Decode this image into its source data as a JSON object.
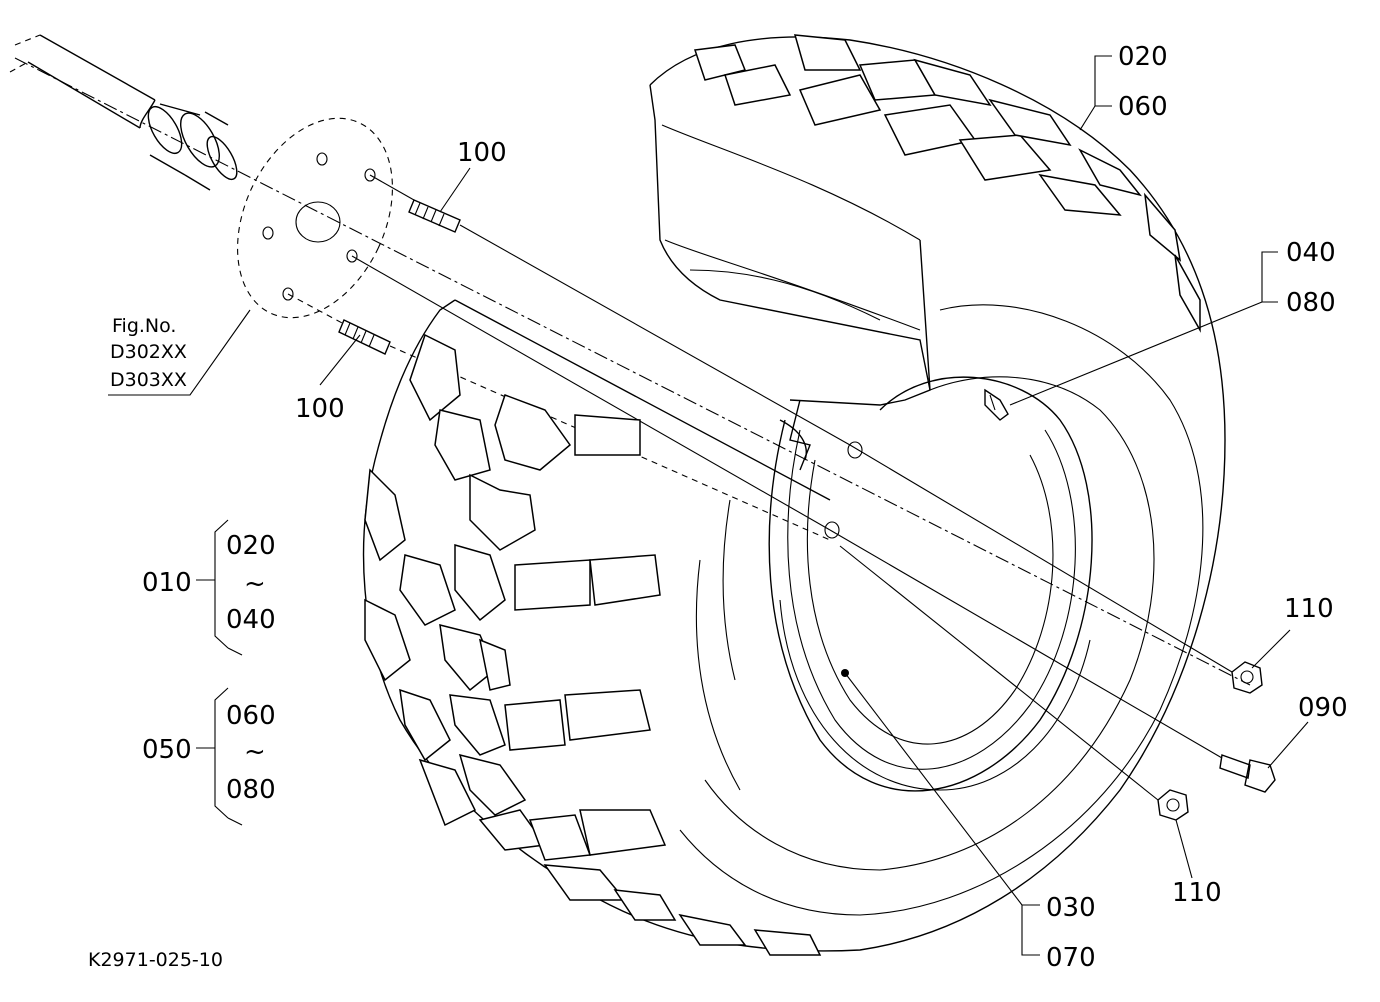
{
  "figure": {
    "figure_code": "K2971-025-10",
    "fig_ref_label": "Fig.No.",
    "fig_refs": [
      "D302XX",
      "D303XX"
    ]
  },
  "callouts": {
    "tire_a": "020",
    "tire_b": "060",
    "valve_a": "040",
    "valve_b": "080",
    "rim_a": "030",
    "rim_b": "070",
    "stud_upper": "100",
    "stud_lower": "100",
    "nut_upper": "110",
    "nut_lower": "110",
    "bolt": "090"
  },
  "groups": [
    {
      "id": "010",
      "range_start": "020",
      "range_sep": "~",
      "range_end": "040"
    },
    {
      "id": "050",
      "range_start": "060",
      "range_sep": "~",
      "range_end": "080"
    }
  ]
}
